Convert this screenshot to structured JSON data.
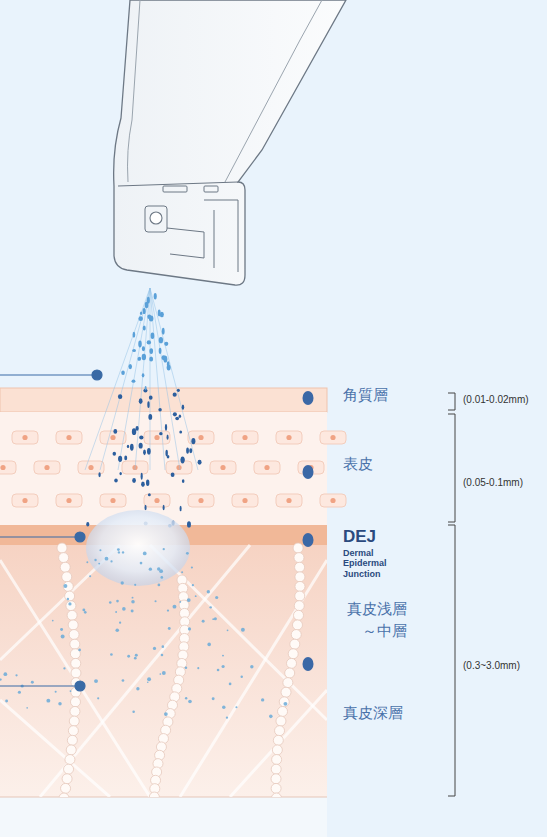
{
  "diagram": {
    "labels": [
      "角質層",
      "表皮",
      "DEJ",
      "Dermal Epidermal Junction",
      "真皮浅層 ～中層",
      "真皮深層",
      "(0.01-0.02mm)",
      "(0.05-0.1mm)",
      "(0.3~3.0mm)"
    ]
  }
}
